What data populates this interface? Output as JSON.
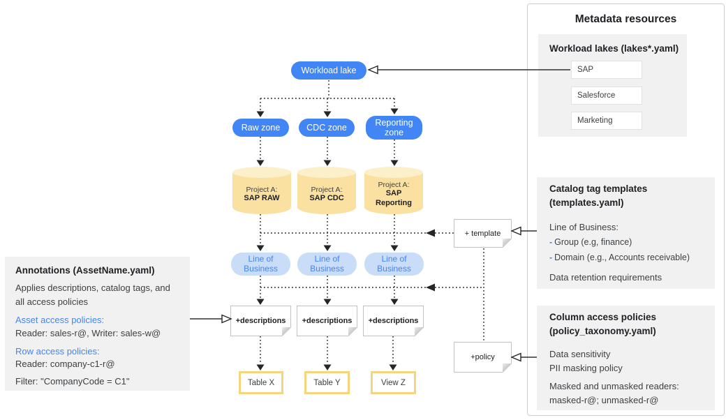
{
  "colors": {
    "primary_blue": "#4285F4",
    "light_blue": "#C9DDF8",
    "cylinder_fill": "#FAE1A1",
    "cylinder_top": "#FCF0CA",
    "table_border": "#F7D57E",
    "section_gray": "#F1F1F2"
  },
  "left_panel": {
    "title": "Annotations (AssetName.yaml)",
    "description_line1": "Applies descriptions, catalog tags, and",
    "description_line2": "all access policies",
    "asset_heading": "Asset access policies:",
    "asset_value": "Reader: sales-r@, Writer: sales-w@",
    "row_heading": "Row access policies:",
    "row_value": "Reader: company-c1-r@",
    "filter_value": "Filter: \"CompanyCode = C1\""
  },
  "right_panel": {
    "title": "Metadata resources",
    "workload_lakes": {
      "heading": "Workload lakes (lakes*.yaml)",
      "items": [
        "SAP",
        "Salesforce",
        "Marketing"
      ]
    },
    "catalog_templates": {
      "heading_line1": "Catalog tag templates",
      "heading_line2": "(templates.yaml)",
      "lob_heading": "Line of Business:",
      "dash": "-",
      "bullet1": "Group (e.g, finance)",
      "bullet2": "Domain (e.g., Accounts receivable)",
      "retention_heading": "Data retention requirements"
    },
    "column_policies": {
      "heading_line1": "Column access policies",
      "heading_line2": "(policy_taxonomy.yaml)",
      "sensitivity_heading": "Data sensitivity",
      "sensitivity_value": "PII masking policy",
      "readers_heading": "Masked and unmasked readers:",
      "readers_value": "masked-r@; unmasked-r@"
    }
  },
  "diagram": {
    "lake": "Workload lake",
    "zones": [
      "Raw zone",
      "CDC zone",
      "Reporting zone"
    ],
    "projects": [
      {
        "prefix": "Project A:",
        "name": "SAP RAW"
      },
      {
        "prefix": "Project A:",
        "name": "SAP CDC"
      },
      {
        "prefix": "Project A:",
        "name": "SAP Reporting"
      }
    ],
    "lob_label": "Line of Business",
    "descriptions_label": "+descriptions",
    "template_note": "+ template",
    "policy_note": "+policy",
    "tables": [
      "Table X",
      "Table Y",
      "View Z"
    ]
  }
}
